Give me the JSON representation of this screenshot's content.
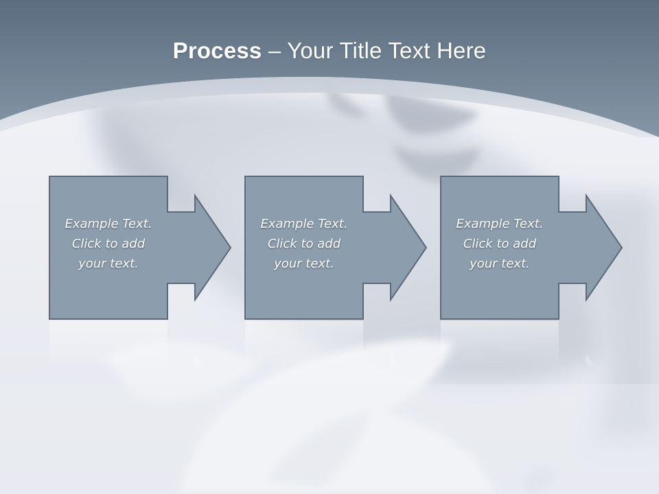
{
  "slide": {
    "title_bold": "Process",
    "title_rest": " – Your Title Text Here"
  },
  "steps": [
    {
      "line1": "Example Text.",
      "line2": "Click  to add",
      "line3": "your text."
    },
    {
      "line1": "Example Text.",
      "line2": "Click  to add",
      "line3": "your text."
    },
    {
      "line1": "Example Text.",
      "line2": "Click  to add",
      "line3": "your text."
    }
  ],
  "colors": {
    "header_band": "#6f8294",
    "step_fill": "#8c9dae",
    "step_border": "#5b6978",
    "title_text": "#ffffff"
  }
}
